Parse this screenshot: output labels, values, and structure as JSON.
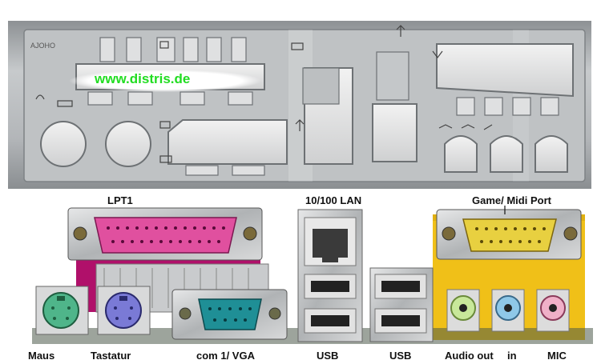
{
  "photo": {
    "watermark": "www.distris.de",
    "plate_stamp": "AJOHO"
  },
  "labels": {
    "lpt1": "LPT1",
    "lan": "10/100 LAN",
    "game_midi": "Game/ Midi Port",
    "maus": "Maus",
    "tastatur": "Tastatur",
    "com_vga": "com 1/ VGA",
    "usb_1": "USB",
    "usb_2": "USB",
    "audio_out": "Audio out",
    "line_in": "in",
    "mic": "MIC"
  },
  "colors": {
    "plate": "#b9bcbf",
    "lpt_port": "#e0509f",
    "com_port": "#1f8f96",
    "game_port": "#e8d040",
    "mouse_ps2": "#4fb58a",
    "keyboard_ps2": "#7a7ad6",
    "audio_out_jack": "#c8e89a",
    "line_in_jack": "#8fc8e8",
    "mic_jack": "#f0b0c8",
    "board_magenta": "#b0106a",
    "board_yellow": "#f0c018"
  }
}
